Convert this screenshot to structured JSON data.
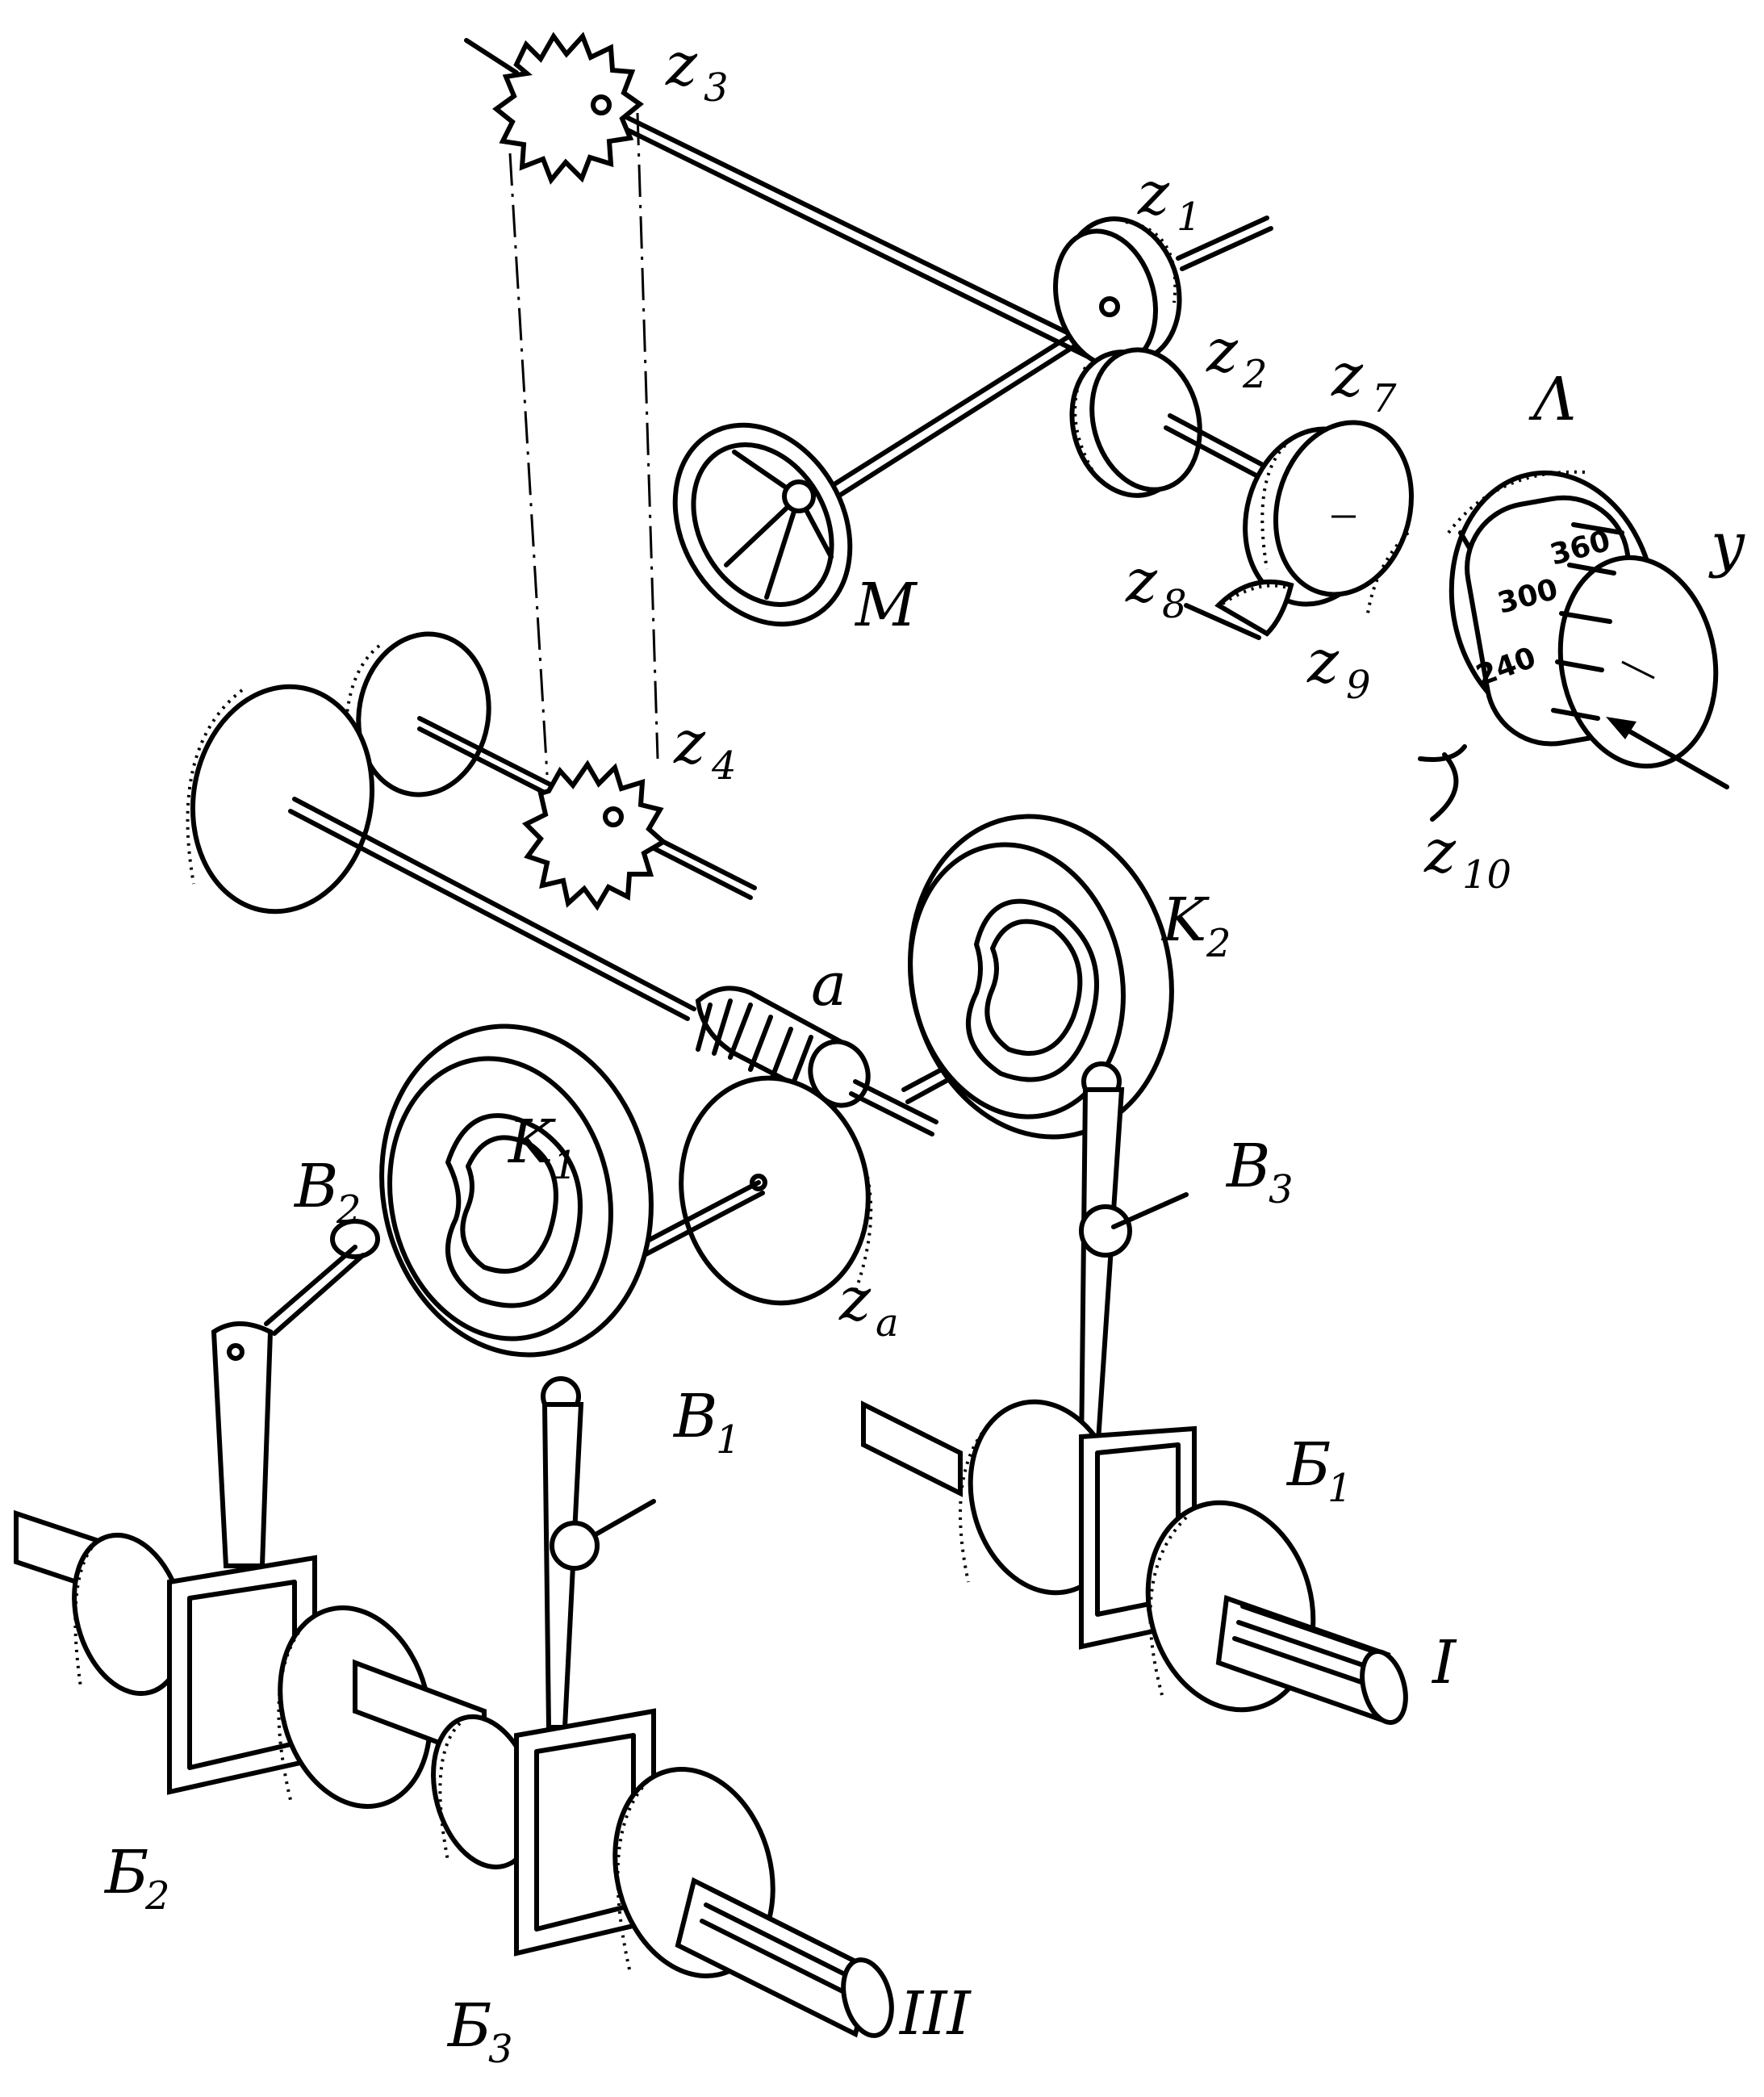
{
  "labels": {
    "z1": "z",
    "z1_sub": "1",
    "z2": "z",
    "z2_sub": "2",
    "z3": "z",
    "z3_sub": "3",
    "z4": "z",
    "z4_sub": "4",
    "z7": "z",
    "z7_sub": "7",
    "z8": "z",
    "z8_sub": "8",
    "z9": "z",
    "z9_sub": "9",
    "z10": "z",
    "z10_sub": "10",
    "za": "z",
    "za_sub": "a",
    "m": "M",
    "lambda": "Λ",
    "y": "y",
    "a": "a",
    "k1": "K",
    "k1_sub": "1",
    "k2": "K",
    "k2_sub": "2",
    "b1": "B",
    "b1_sub": "1",
    "b2": "B",
    "b2_sub": "2",
    "b3": "B",
    "b3_sub": "3",
    "be1": "Б",
    "be1_sub": "1",
    "be2": "Б",
    "be2_sub": "2",
    "be3": "Б",
    "be3_sub": "3",
    "shaft_i": "I",
    "shaft_iii": "III"
  },
  "dial": {
    "marks": [
      "360",
      "300",
      "240"
    ]
  }
}
